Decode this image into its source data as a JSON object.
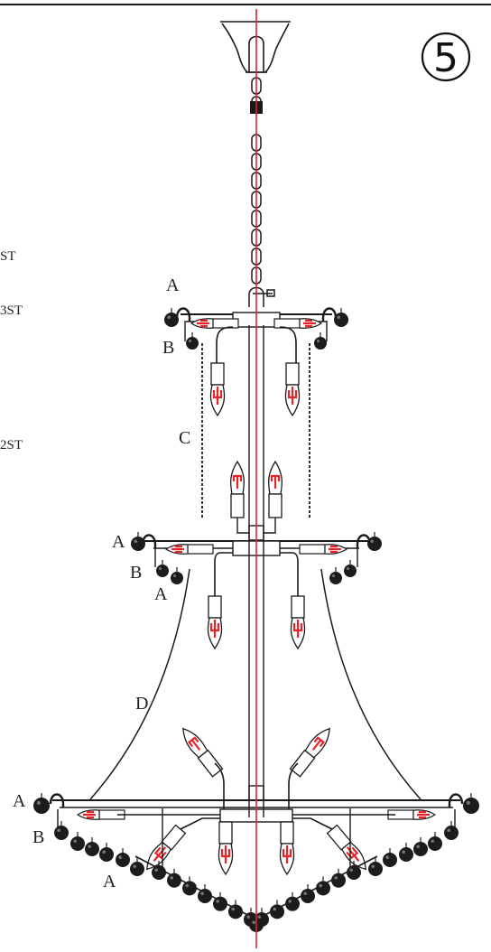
{
  "step_badge": "5",
  "partial_labels": [
    "ST",
    "3ST",
    "2ST"
  ],
  "labels": {
    "tier1_a": "A",
    "tier1_b": "B",
    "chain_c": "C",
    "tier2_a": "A",
    "tier2_b": "B",
    "tier2_a2": "A",
    "strand_d": "D",
    "tier3_a": "A",
    "tier3_b": "B",
    "tier3_a2": "A"
  },
  "colors": {
    "line": "#1a1a1a",
    "center_axis": "#d9262a",
    "bulb_filament": "#e8242a",
    "crystal": "#1c1c1c"
  }
}
